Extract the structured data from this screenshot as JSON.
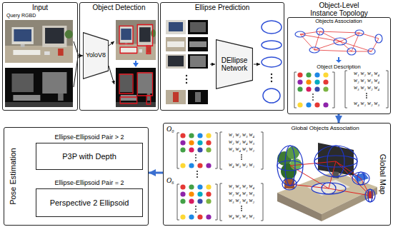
{
  "diagram": {
    "nodes": [
      {
        "text": [
          "Input"
        ]
      },
      {
        "text": [
          "Object Detection"
        ]
      },
      {
        "text": [
          "YoloV8"
        ],
        "in": 1
      },
      {
        "text": [
          "Ellipse Prediction"
        ]
      },
      {
        "text": [
          "DEllipse Network"
        ],
        "in": 3
      },
      {
        "text": [
          "Object-Level Instance Topology"
        ]
      },
      {
        "text": [
          "Global Map"
        ]
      },
      {
        "text": [
          "Pose Estimation"
        ]
      },
      {
        "text": [
          "Ellipse-Ellipsoid Pair > 2",
          "P3P with Depth"
        ],
        "in": 7
      },
      {
        "text": [
          "Ellipse-Ellipsoid Pair = 2",
          "Perspective 2 Ellipsoid"
        ],
        "in": 7
      }
    ],
    "edges": [
      {
        "from": 0,
        "to": 2,
        "arrow": "to"
      },
      {
        "from": 5,
        "to": 6,
        "arrow": "to"
      },
      {
        "from": 6,
        "to": 7,
        "arrow": "to"
      }
    ],
    "labels": [
      "Query RGBD",
      "Objects Association",
      "Object Description",
      "w₁ w₂ w₃ w₄",
      "w₂ w₁ w₃ w₄",
      "w₃ w₁ w₂ w₄",
      "w₄ w₁ w₂ w₃",
      "O₀",
      "w₁ w₂ w₃ w₄",
      "w₂ w₁ w₄ w₃",
      "w₃ w₄ w₁ w₂",
      "w₄ w₃ w₂ w₁",
      "O₆",
      "w₁ w₃ w₂ w₄",
      "w₂ w₄ w₁ w₃",
      "w₃ w₁ w₄ w₂",
      "w₄ w₂ w₃ w₁",
      "Global Objects Association"
    ]
  }
}
